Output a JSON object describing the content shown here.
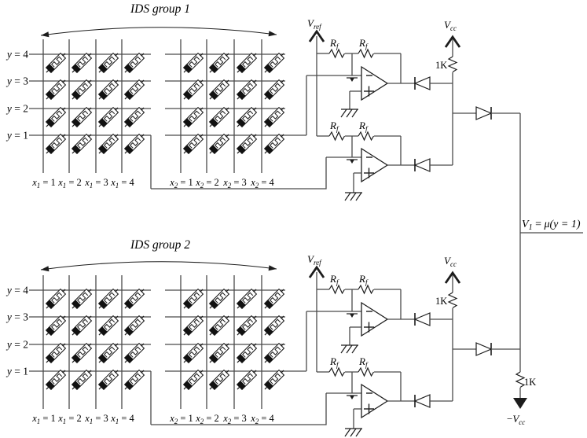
{
  "diagram": {
    "groups": [
      {
        "label": "IDS group 1"
      },
      {
        "label": "IDS group 2"
      }
    ],
    "row_labels": [
      "y = 4",
      "y = 3",
      "y = 2",
      "y = 1"
    ],
    "col_groups": [
      {
        "var": "x",
        "sub": "1",
        "values": [
          "1",
          "2",
          "3",
          "4"
        ]
      },
      {
        "var": "x",
        "sub": "2",
        "values": [
          "1",
          "2",
          "3",
          "4"
        ]
      }
    ],
    "labels": {
      "v_ref": {
        "base": "V",
        "sub": "ref"
      },
      "v_cc": {
        "base": "V",
        "sub": "cc"
      },
      "neg_v_cc": {
        "minus": "−",
        "base": "V",
        "sub": "cc"
      },
      "r_f": {
        "base": "R",
        "sub": "f"
      },
      "pullup_resistor": "1K",
      "pulldown_resistor": "1K",
      "opamp_minus": "−",
      "opamp_plus": "+",
      "output": {
        "base": "V",
        "sub": "1",
        "rest_eq": " = ",
        "mu": "μ(y = 1)"
      }
    },
    "colors": {
      "wire": "#4a4a4a",
      "component": "#1c1c1c",
      "text": "#000000",
      "background": "#ffffff"
    }
  }
}
